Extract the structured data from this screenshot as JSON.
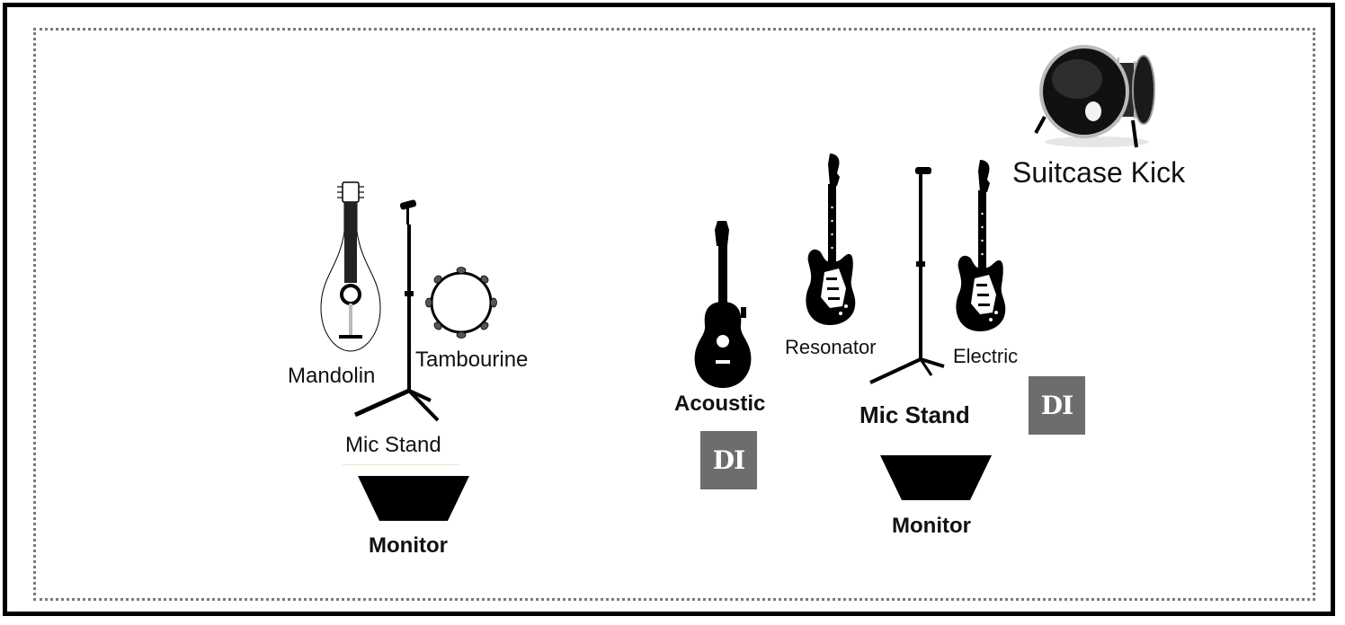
{
  "labels": {
    "mandolin": "Mandolin",
    "tambourine": "Tambourine",
    "mic_stand_left": "Mic Stand",
    "monitor_left": "Monitor",
    "acoustic": "Acoustic",
    "resonator": "Resonator",
    "mic_stand_right": "Mic Stand",
    "electric": "Electric",
    "monitor_right": "Monitor",
    "suitcase_kick": "Suitcase Kick",
    "di_1": "DI",
    "di_2": "DI"
  },
  "icons": {
    "mandolin": "mandolin-icon",
    "tambourine": "tambourine-icon",
    "mic_stand": "mic-stand-icon",
    "monitor": "monitor-wedge-icon",
    "acoustic_guitar": "acoustic-guitar-icon",
    "electric_guitar": "electric-guitar-icon",
    "kick_drum": "kick-drum-icon",
    "di_box": "di-box-icon"
  },
  "colors": {
    "frame": "#000000",
    "dotted_border": "#7a7a7a",
    "di_box": "#6d6d6d",
    "label": "#111111"
  }
}
